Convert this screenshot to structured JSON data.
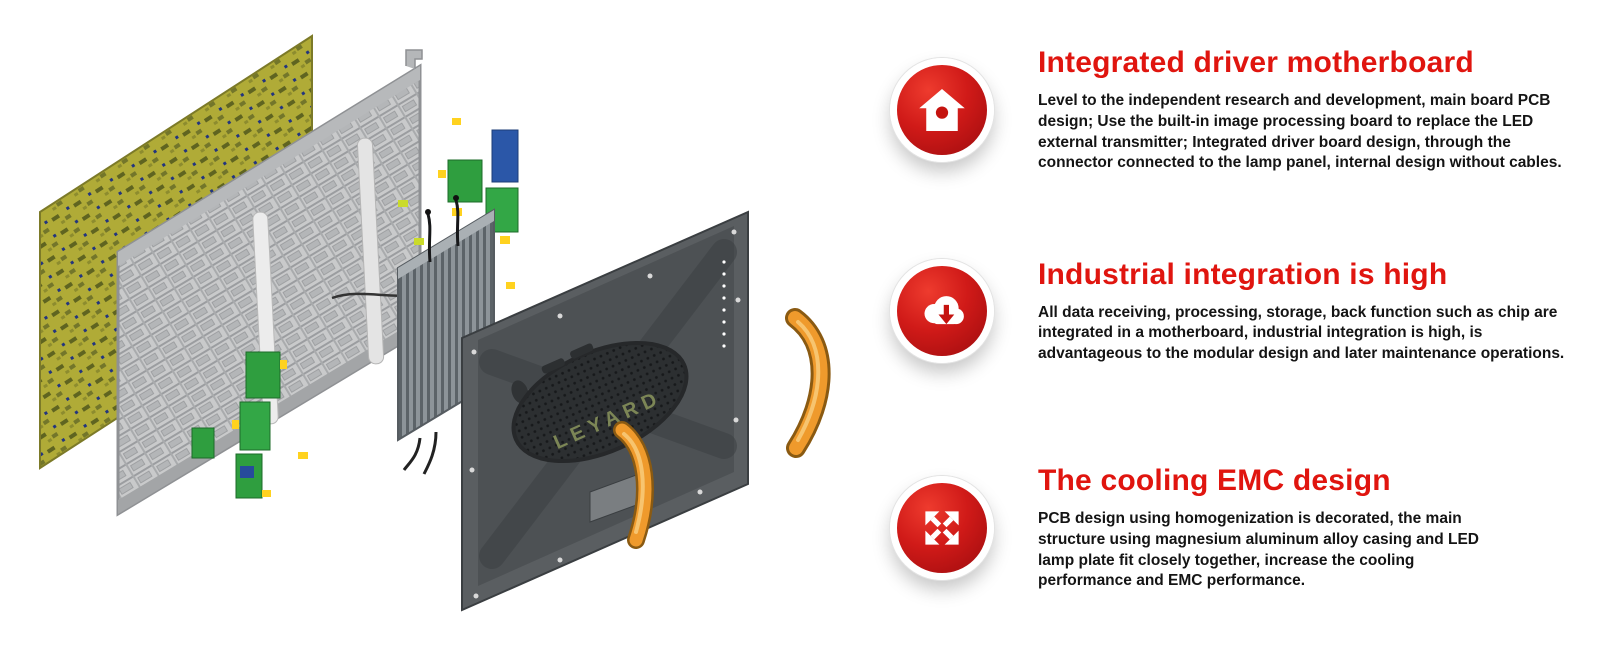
{
  "colors": {
    "accent": "#e0150f",
    "icon_red": "#c5130f",
    "handle_orange": "#ef9a2c"
  },
  "illustration": {
    "description": "exploded view of LED display panel assembly",
    "brand_text": "LEYARD"
  },
  "features": [
    {
      "icon": "home-icon",
      "title": "Integrated driver motherboard",
      "body": "Level to the independent research and development, main board PCB design; Use the built-in image processing  board to replace the LED external transmitter; Integrated driver board design, through the connector connected to the lamp panel,  internal design without cables."
    },
    {
      "icon": "cloud-download-icon",
      "title": "Industrial integration is high",
      "body": "All data receiving, processing, storage, back function such as chip are integrated in a motherboard, industrial integration is high, is advantageous to the modular design and later maintenance operations."
    },
    {
      "icon": "expand-arrows-icon",
      "title": "The cooling EMC design",
      "body": "PCB design using homogenization is decorated, the main structure using magnesium aluminum alloy casing and LED lamp plate fit closely together, increase the cooling  performance and EMC performance."
    }
  ]
}
